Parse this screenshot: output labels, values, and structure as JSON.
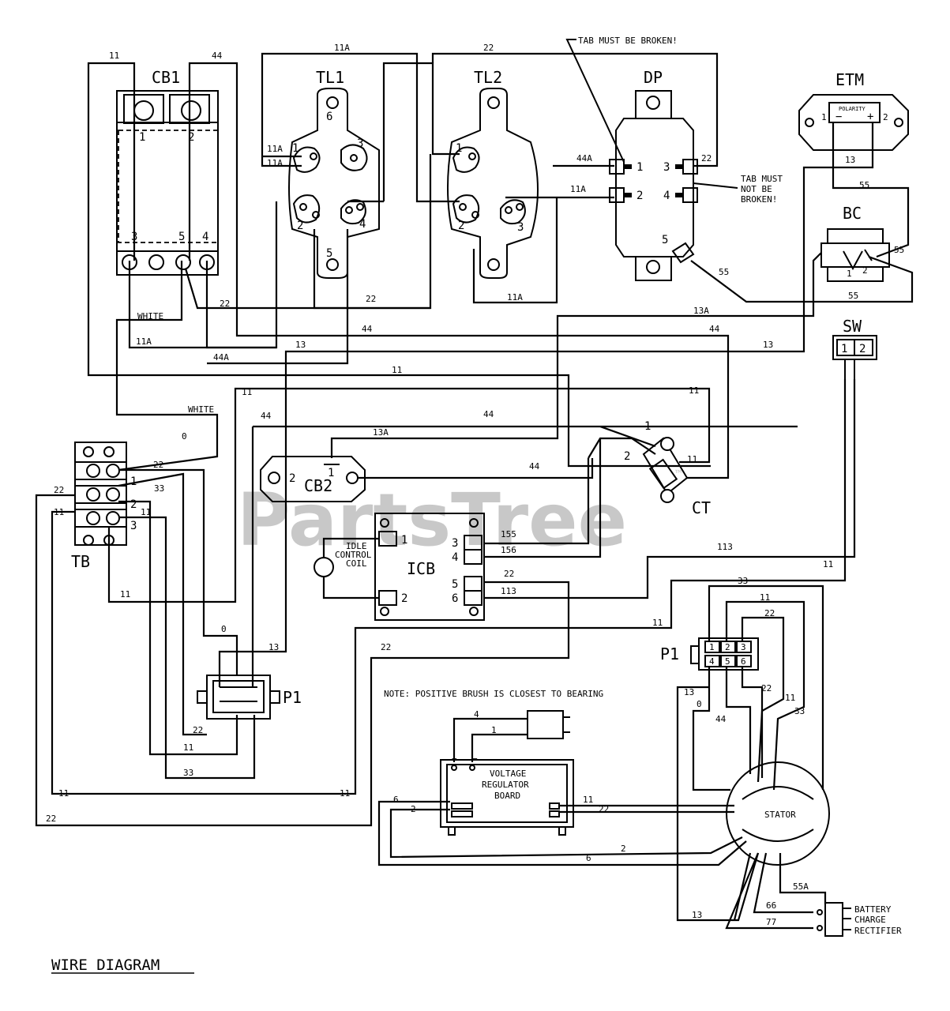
{
  "watermark": "PartsTree",
  "watermark_tm": "™",
  "title": "WIRE DIAGRAM",
  "components": {
    "cb1": "CB1",
    "tl1": "TL1",
    "tl2": "TL2",
    "dp": "DP",
    "etm": "ETM",
    "bc": "BC",
    "sw": "SW",
    "cb2": "CB2",
    "ct": "CT",
    "tb": "TB",
    "icb": "ICB",
    "p1_left": "P1",
    "p1_right": "P1",
    "stator": "STATOR",
    "idle_control_coil": [
      "IDLE",
      "CONTROL",
      "COIL"
    ],
    "voltage_regulator_board": [
      "VOLTAGE",
      "REGULATOR",
      "BOARD"
    ],
    "battery_charge_rectifier": [
      "BATTERY",
      "CHARGE",
      "RECTIFIER"
    ],
    "etm_polarity": "POLARITY"
  },
  "notes": {
    "tab_broken": "TAB MUST BE BROKEN!",
    "tab_not_broken": [
      "TAB MUST",
      "NOT BE",
      "BROKEN!"
    ],
    "brush": "NOTE: POSITIVE BRUSH IS CLOSEST TO BEARING",
    "white_1": "WHITE",
    "white_2": "WHITE"
  },
  "terminals": {
    "cb1": [
      "1",
      "2",
      "3",
      "5",
      "4"
    ],
    "tl1": [
      "6",
      "1",
      "3",
      "2",
      "4",
      "5"
    ],
    "tl2": [
      "1",
      "2",
      "3"
    ],
    "dp": [
      "1",
      "3",
      "2",
      "4",
      "5"
    ],
    "etm": [
      "1",
      "2",
      "−",
      "+"
    ],
    "bc": [
      "1",
      "2"
    ],
    "sw": [
      "1",
      "2"
    ],
    "cb2": [
      "2",
      "1"
    ],
    "ct": [
      "1",
      "2"
    ],
    "tb": [
      "1",
      "2",
      "3"
    ],
    "icb": [
      "1",
      "2",
      "3",
      "4",
      "5",
      "6"
    ],
    "p1_right": [
      "1",
      "2",
      "3",
      "4",
      "5",
      "6"
    ],
    "vr": [
      "+",
      "−"
    ]
  },
  "wires": {
    "w11_cb1": "11",
    "w44_cb1": "44",
    "w11A_top": "11A",
    "w22_top": "22",
    "w11A_tl1a": "11A",
    "w11A_tl1b": "11A",
    "w44A_dp": "44A",
    "w11A_dp": "11A",
    "w22_dp": "22",
    "w13_etm": "13",
    "w55_etm": "55",
    "w55_bc": "55",
    "w55_dp": "55",
    "w55_bot": "55",
    "w22_cb1": "22",
    "w22_tl": "22",
    "w11A_tl2": "11A",
    "w13A": "13A",
    "w44_a": "44",
    "w44_b": "44",
    "w13_a": "13",
    "w13_b": "13",
    "w11A_cb1": "11A",
    "w44A_cb1": "44A",
    "w11_a": "11",
    "w11_b": "11",
    "w11_c": "11",
    "w44_c": "44",
    "w13A_cb2": "13A",
    "w44_d": "44",
    "w11_ct": "11",
    "w0_tb": "0",
    "w22_tb": "22",
    "w33_tb": "33",
    "w22_tbL": "22",
    "w11_tbL": "11",
    "w11_tbR": "11",
    "w11_tbB": "11",
    "w155": "155",
    "w156": "156",
    "w22_icb": "22",
    "w113_icb": "113",
    "w113_r": "113",
    "w11_sw": "11",
    "w11_mid": "11",
    "w22_mid": "22",
    "w0_p1": "0",
    "w13_p1": "13",
    "w22_p1": "22",
    "w11_p1": "11",
    "w33_p1": "33",
    "w11_bl": "11",
    "w11_bc": "11",
    "w22_bl": "22",
    "w33_r": "33",
    "w11_r": "11",
    "w22_r": "22",
    "w13_r": "13",
    "w0_r": "0",
    "w44_r": "44",
    "w22_r2": "22",
    "w11_r2": "11",
    "w33_r2": "33",
    "w4_vr": "4",
    "w1_vr": "1",
    "w6_vr": "6",
    "w2_vr": "2",
    "w11_vr": "11",
    "w22_vr": "22",
    "w2_vrb": "2",
    "w6_vrb": "6",
    "w55A": "55A",
    "w66": "66",
    "w13_rb": "13",
    "w77": "77"
  }
}
